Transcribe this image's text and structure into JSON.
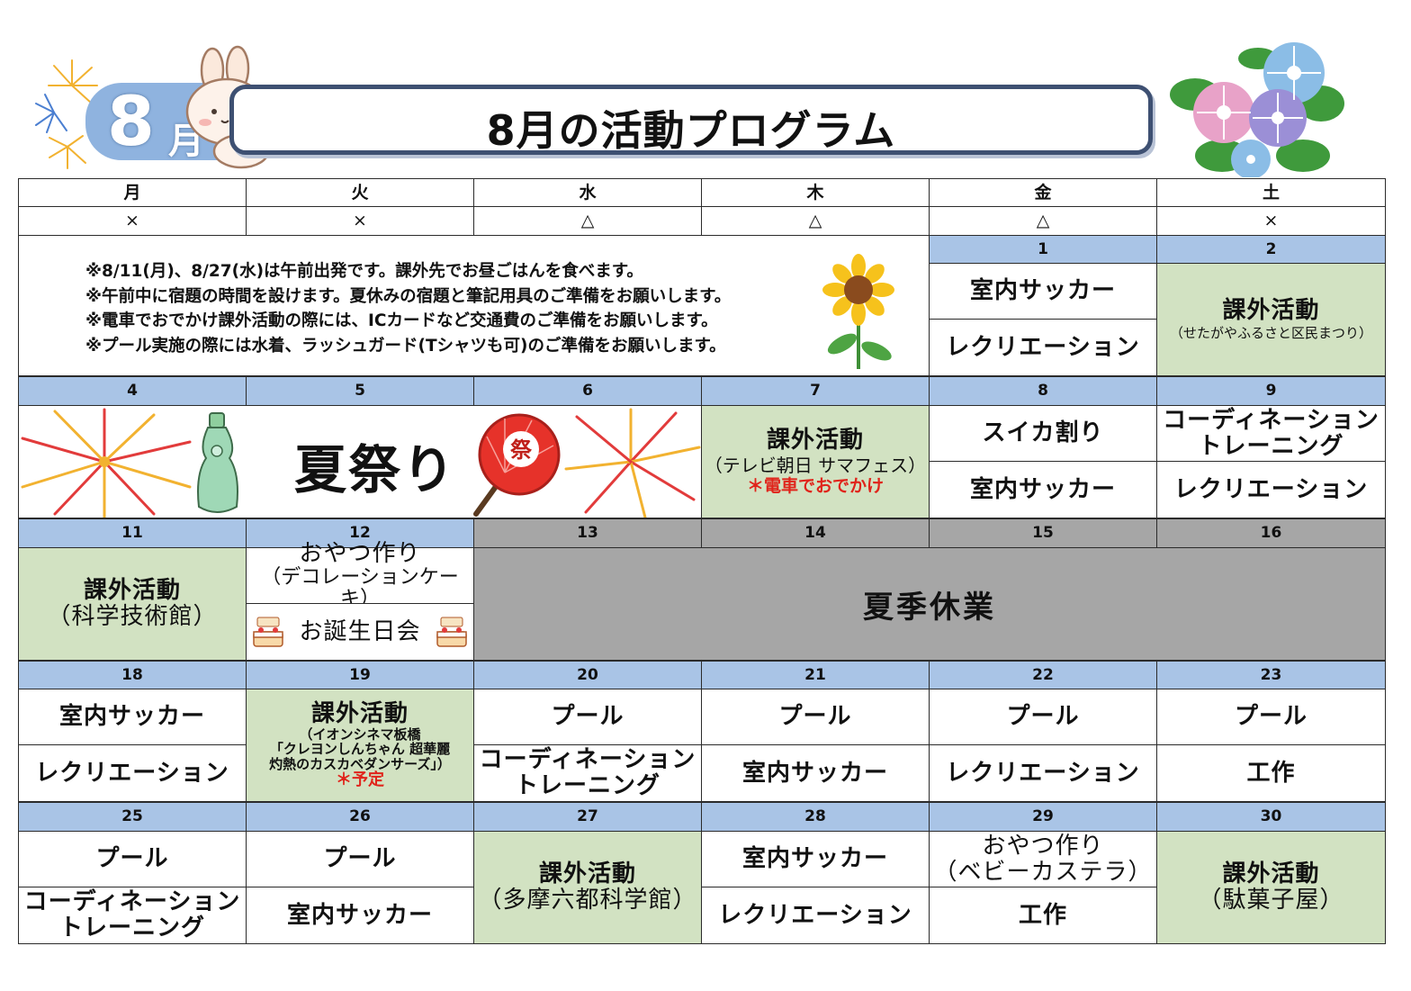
{
  "header": {
    "month_number": "8",
    "month_unit": "月",
    "title": "8月の活動プログラム"
  },
  "colors": {
    "date_row": "#a9c4e6",
    "outing_cell": "#d2e2c2",
    "closed_cell": "#a6a6a6",
    "accent_red": "#e0241b",
    "title_border": "#3e5072"
  },
  "weekdays": [
    {
      "day": "月",
      "mark": "×"
    },
    {
      "day": "火",
      "mark": "×"
    },
    {
      "day": "水",
      "mark": "△"
    },
    {
      "day": "木",
      "mark": "△"
    },
    {
      "day": "金",
      "mark": "△"
    },
    {
      "day": "土",
      "mark": "×"
    }
  ],
  "notes": [
    "※8/11(月)、8/27(水)は午前出発です。課外先でお昼ごはんを食べます。",
    "※午前中に宿題の時間を設けます。夏休みの宿題と筆記用具のご準備をお願いします。",
    "※電車でおでかけ課外活動の際には、ICカードなど交通費のご準備をお願いします。",
    "※プール実施の際には水着、ラッシュガード(Tシャツも可)のご準備をお願いします。"
  ],
  "week1": {
    "dates": [
      "1",
      "2"
    ],
    "d1": {
      "top": "室内サッカー",
      "bottom": "レクリエーション"
    },
    "d2": {
      "title": "課外活動",
      "sub": "（せたがやふるさと区民まつり）"
    }
  },
  "week2": {
    "dates": [
      "4",
      "5",
      "6",
      "7",
      "8",
      "9"
    ],
    "festival": "夏祭り",
    "festival_fan_char": "祭",
    "d7": {
      "title": "課外活動",
      "sub": "（テレビ朝日 サマフェス）",
      "note": "＊電車でおでかけ"
    },
    "d8": {
      "top": "スイカ割り",
      "bottom": "室内サッカー"
    },
    "d9": {
      "top_line1": "コーディネーション",
      "top_line2": "トレーニング",
      "bottom": "レクリエーション"
    }
  },
  "week3": {
    "dates": [
      "11",
      "12",
      "13",
      "14",
      "15",
      "16"
    ],
    "d11": {
      "title": "課外活動",
      "sub": "（科学技術館）"
    },
    "d12": {
      "top_line1": "おやつ作り",
      "top_line2": "（デコレーションケーキ）",
      "bottom": "お誕生日会"
    },
    "closed": "夏季休業"
  },
  "week4": {
    "dates": [
      "18",
      "19",
      "20",
      "21",
      "22",
      "23"
    ],
    "d18": {
      "top": "室内サッカー",
      "bottom": "レクリエーション"
    },
    "d19": {
      "title": "課外活動",
      "line1": "（イオンシネマ板橋",
      "line2": "「クレヨンしんちゃん 超華麗",
      "line3": "灼熱のカスカベダンサーズ」）",
      "note": "＊予定"
    },
    "d20": {
      "top": "プール",
      "bottom_line1": "コーディネーション",
      "bottom_line2": "トレーニング"
    },
    "d21": {
      "top": "プール",
      "bottom": "室内サッカー"
    },
    "d22": {
      "top": "プール",
      "bottom": "レクリエーション"
    },
    "d23": {
      "top": "プール",
      "bottom": "工作"
    }
  },
  "week5": {
    "dates": [
      "25",
      "26",
      "27",
      "28",
      "29",
      "30"
    ],
    "d25": {
      "top": "プール",
      "bottom_line1": "コーディネーション",
      "bottom_line2": "トレーニング"
    },
    "d26": {
      "top": "プール",
      "bottom": "室内サッカー"
    },
    "d27": {
      "title": "課外活動",
      "sub": "（多摩六都科学館）"
    },
    "d28": {
      "top": "室内サッカー",
      "bottom": "レクリエーション"
    },
    "d29": {
      "top_line1": "おやつ作り",
      "top_line2": "（ベビーカステラ）",
      "bottom": "工作"
    },
    "d30": {
      "title": "課外活動",
      "sub": "（駄菓子屋）"
    }
  }
}
